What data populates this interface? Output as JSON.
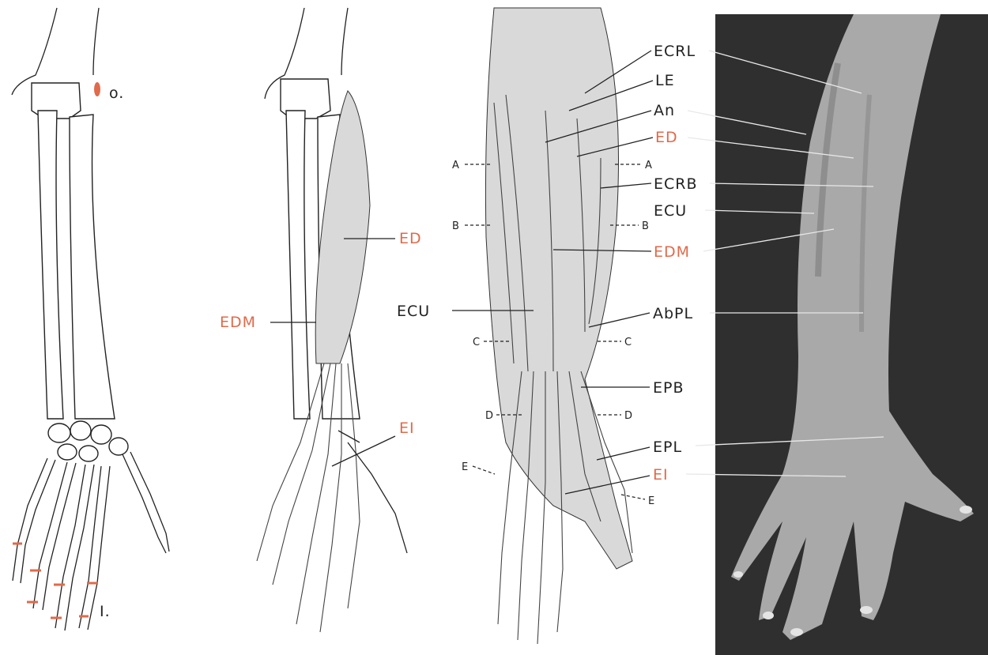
{
  "colors": {
    "label_black": "#222222",
    "label_accent": "#e06a4a",
    "photo_bg": "#2f2f2f",
    "muscle_fill": "#d9d9d9"
  },
  "panel1": {
    "origin_mark": "o.",
    "insertion_mark": "I."
  },
  "panel2": {
    "labels": {
      "ed": "ED",
      "edm": "EDM",
      "ei": "EI"
    }
  },
  "panel3": {
    "labels": {
      "ecu": "ECU"
    },
    "section_marks": [
      "A",
      "B",
      "C",
      "D",
      "E"
    ]
  },
  "panel4": {
    "labels": {
      "ecrl": "ECRL",
      "le": "LE",
      "an": "An",
      "ed": "ED",
      "ecrb": "ECRB",
      "ecu": "ECU",
      "edm": "EDM",
      "abpl": "AbPL",
      "epb": "EPB",
      "epl": "EPL",
      "ei": "EI"
    }
  }
}
